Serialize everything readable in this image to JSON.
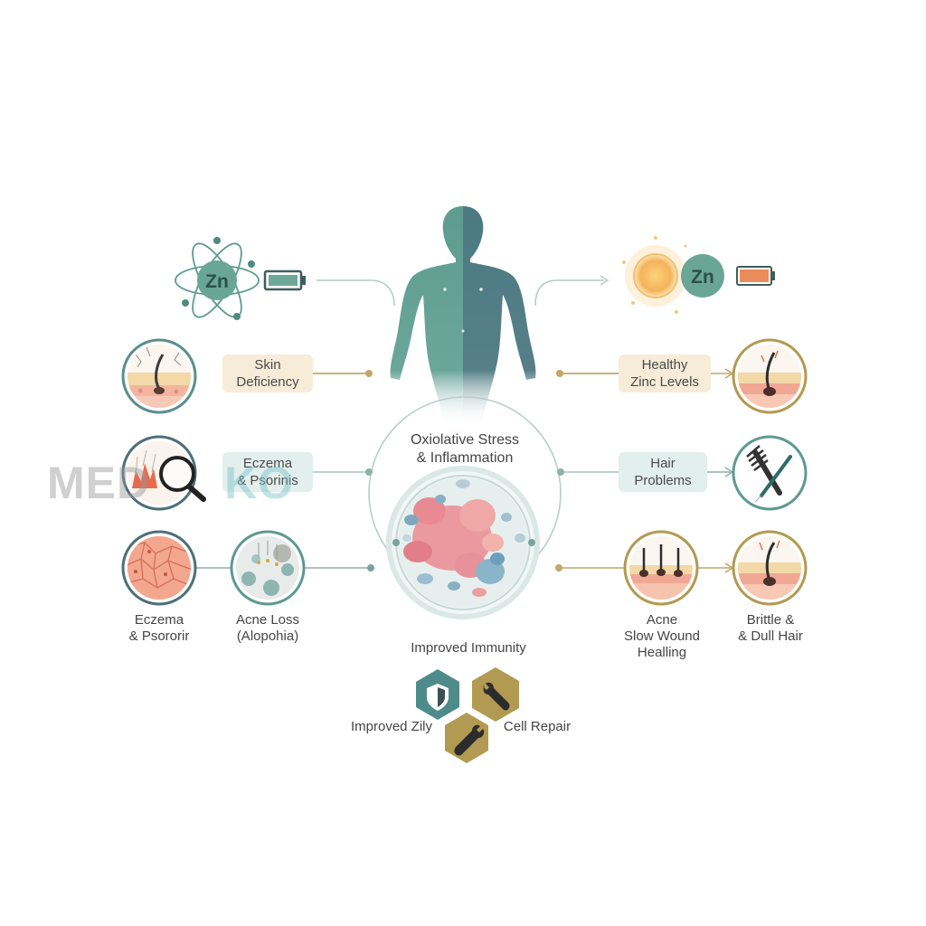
{
  "left": {
    "zn_label": "Zn",
    "pill_skin": [
      "Skin",
      "Deficiency"
    ],
    "pill_eczema": [
      "Eczema",
      "& Psorinis"
    ],
    "cap_eczema": [
      "Eczema",
      "& Psororir"
    ],
    "cap_acne_loss": [
      "Acne Loss",
      "(Alopohia)"
    ]
  },
  "right": {
    "zn_label": "Zn",
    "pill_healthy": [
      "Healthy",
      "Zinc Levels"
    ],
    "pill_hair": [
      "Hair",
      "Problems"
    ],
    "cap_acne": [
      "Acne",
      "Slow Wound",
      "Healling"
    ],
    "cap_brittle": [
      "Brittle &",
      "& Dull Hair"
    ]
  },
  "center": {
    "stress": [
      "Oxiolative Stress",
      "& Inflammation"
    ],
    "immunity": "Improved Immunity",
    "improved_zily": "Improved Zily",
    "cell_repair": "Cell Repair"
  },
  "watermark": {
    "part1": "MED",
    "part2": "KO"
  },
  "colors": {
    "teal": "#5f9a92",
    "teal_dark": "#4b7a80",
    "line_gray": "#9fb5b2",
    "gold": "#b99c58",
    "skin_pink": "#f0b4a0",
    "skin_yellow": "#f3dc9e",
    "hex_teal": "#4f8b8b",
    "hex_gold": "#b39a52"
  }
}
